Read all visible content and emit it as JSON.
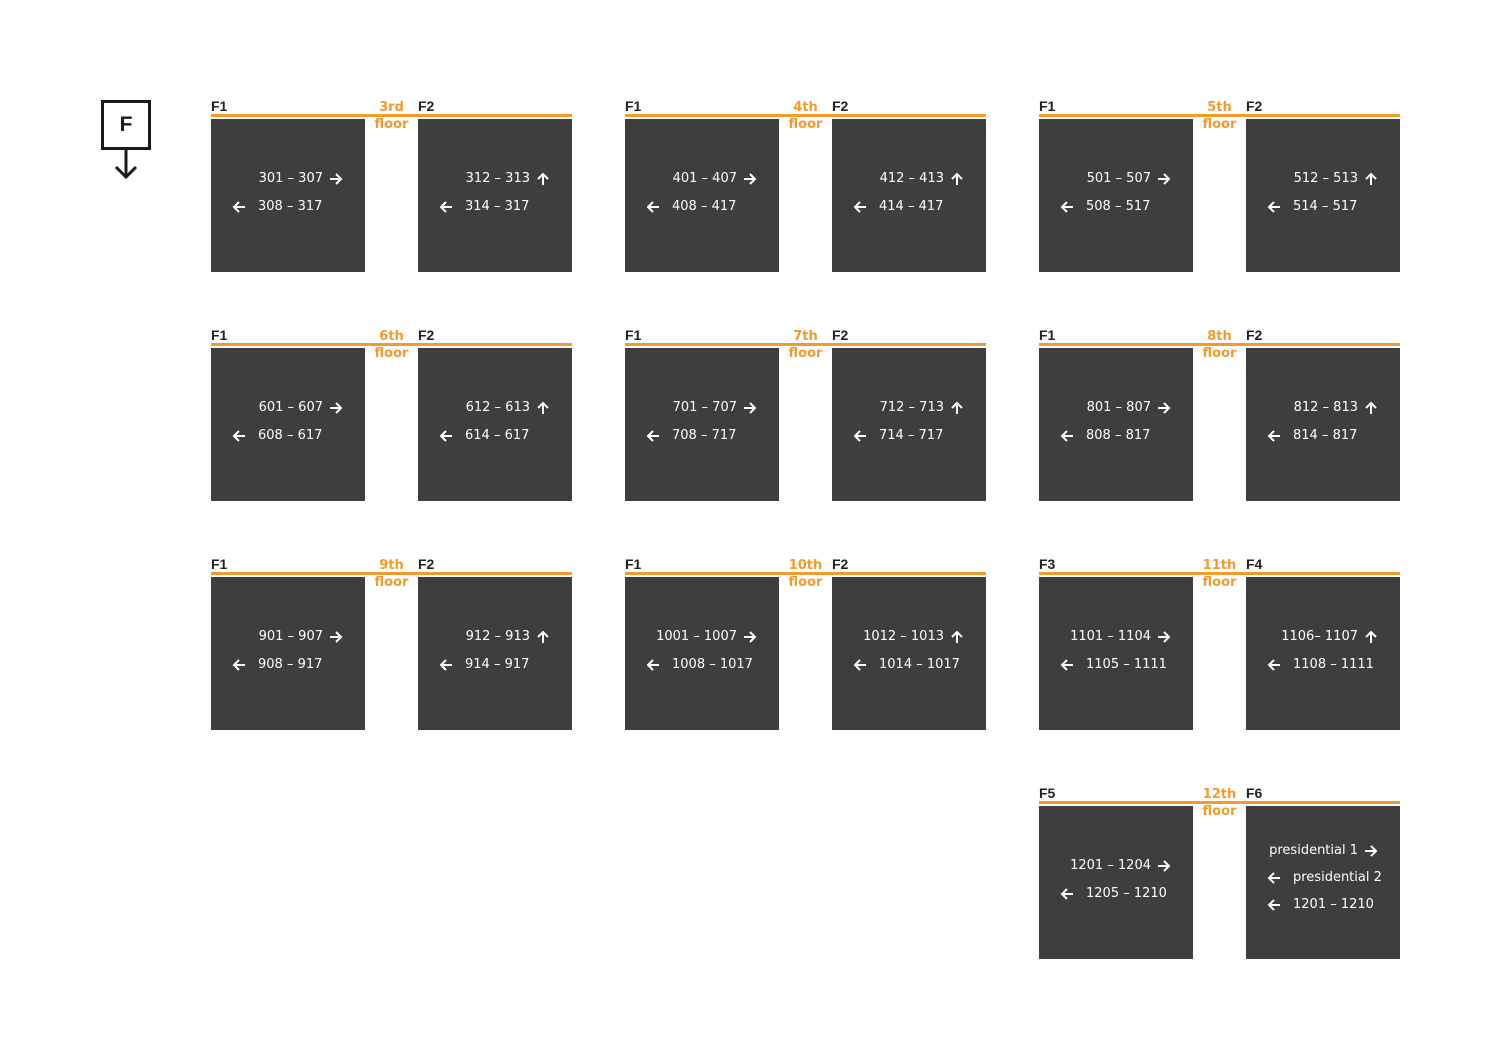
{
  "legend": {
    "letter": "F"
  },
  "floors": [
    {
      "floor_num": "3rd",
      "floor_word": "floor",
      "left_label": "F1",
      "right_label": "F2",
      "left_rows": [
        {
          "text": "301 – 307",
          "dir": "right"
        },
        {
          "text": "308 – 317",
          "dir": "left"
        }
      ],
      "right_rows": [
        {
          "text": "312 – 313",
          "dir": "up"
        },
        {
          "text": "314 – 317",
          "dir": "left"
        }
      ]
    },
    {
      "floor_num": "4th",
      "floor_word": "floor",
      "left_label": "F1",
      "right_label": "F2",
      "left_rows": [
        {
          "text": "401 – 407",
          "dir": "right"
        },
        {
          "text": "408 – 417",
          "dir": "left"
        }
      ],
      "right_rows": [
        {
          "text": "412 – 413",
          "dir": "up"
        },
        {
          "text": "414 – 417",
          "dir": "left"
        }
      ]
    },
    {
      "floor_num": "5th",
      "floor_word": "floor",
      "left_label": "F1",
      "right_label": "F2",
      "left_rows": [
        {
          "text": "501 – 507",
          "dir": "right"
        },
        {
          "text": "508 – 517",
          "dir": "left"
        }
      ],
      "right_rows": [
        {
          "text": "512 – 513",
          "dir": "up"
        },
        {
          "text": "514 – 517",
          "dir": "left"
        }
      ]
    },
    {
      "floor_num": "6th",
      "floor_word": "floor",
      "left_label": "F1",
      "right_label": "F2",
      "left_rows": [
        {
          "text": "601 – 607",
          "dir": "right"
        },
        {
          "text": "608 – 617",
          "dir": "left"
        }
      ],
      "right_rows": [
        {
          "text": "612 – 613",
          "dir": "up"
        },
        {
          "text": "614 – 617",
          "dir": "left"
        }
      ]
    },
    {
      "floor_num": "7th",
      "floor_word": "floor",
      "left_label": "F1",
      "right_label": "F2",
      "left_rows": [
        {
          "text": "701 – 707",
          "dir": "right"
        },
        {
          "text": "708 – 717",
          "dir": "left"
        }
      ],
      "right_rows": [
        {
          "text": "712 – 713",
          "dir": "up"
        },
        {
          "text": "714 – 717",
          "dir": "left"
        }
      ]
    },
    {
      "floor_num": "8th",
      "floor_word": "floor",
      "left_label": "F1",
      "right_label": "F2",
      "left_rows": [
        {
          "text": "801 – 807",
          "dir": "right"
        },
        {
          "text": "808 – 817",
          "dir": "left"
        }
      ],
      "right_rows": [
        {
          "text": "812 – 813",
          "dir": "up"
        },
        {
          "text": "814 – 817",
          "dir": "left"
        }
      ]
    },
    {
      "floor_num": "9th",
      "floor_word": "floor",
      "left_label": "F1",
      "right_label": "F2",
      "left_rows": [
        {
          "text": "901 – 907",
          "dir": "right"
        },
        {
          "text": "908 – 917",
          "dir": "left"
        }
      ],
      "right_rows": [
        {
          "text": "912 – 913",
          "dir": "up"
        },
        {
          "text": "914 – 917",
          "dir": "left"
        }
      ]
    },
    {
      "floor_num": "10th",
      "floor_word": "floor",
      "left_label": "F1",
      "right_label": "F2",
      "left_rows": [
        {
          "text": "1001 – 1007",
          "dir": "right"
        },
        {
          "text": "1008 – 1017",
          "dir": "left"
        }
      ],
      "right_rows": [
        {
          "text": "1012 – 1013",
          "dir": "up"
        },
        {
          "text": "1014 – 1017",
          "dir": "left"
        }
      ]
    },
    {
      "floor_num": "11th",
      "floor_word": "floor",
      "left_label": "F3",
      "right_label": "F4",
      "left_rows": [
        {
          "text": "1101 – 1104",
          "dir": "right"
        },
        {
          "text": "1105 – 1111",
          "dir": "left"
        }
      ],
      "right_rows": [
        {
          "text": "1106– 1107",
          "dir": "up"
        },
        {
          "text": "1108 – 1111",
          "dir": "left"
        }
      ]
    },
    {
      "floor_num": "12th",
      "floor_word": "floor",
      "left_label": "F5",
      "right_label": "F6",
      "left_rows": [
        {
          "text": "1201 – 1204",
          "dir": "right"
        },
        {
          "text": "1205 – 1210",
          "dir": "left"
        }
      ],
      "right_rows": [
        {
          "text": "presidential 1",
          "dir": "right"
        },
        {
          "text": "presidential 2",
          "dir": "left"
        },
        {
          "text": "1201 – 1210",
          "dir": "left"
        }
      ]
    }
  ]
}
